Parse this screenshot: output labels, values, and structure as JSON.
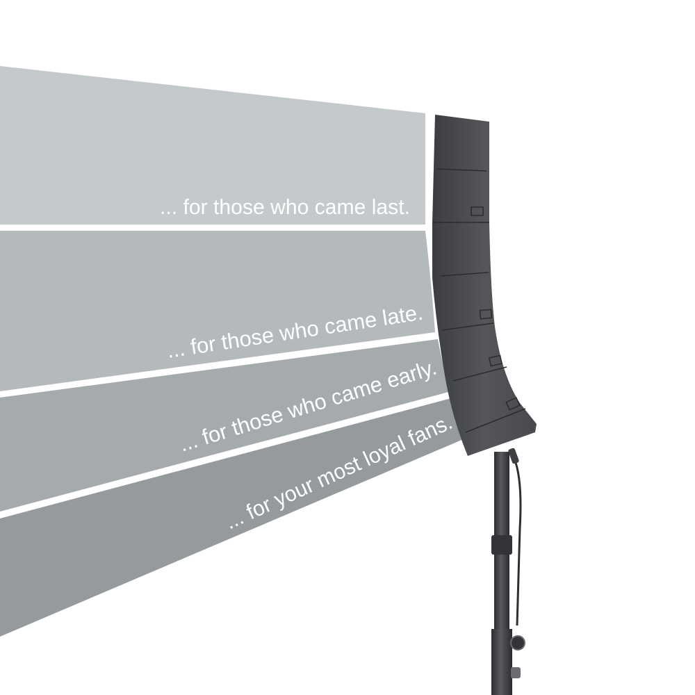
{
  "bands": [
    {
      "label": "... for those who came last.",
      "color": "#c4c9cb"
    },
    {
      "label": "... for those who came late.",
      "color": "#b4b9bc"
    },
    {
      "label": "... for those who came early.",
      "color": "#a5aaad"
    },
    {
      "label": "... for your most loyal fans.",
      "color": "#959a9d"
    }
  ],
  "speaker": {
    "cabinet_color": "#4a4b4f",
    "stand_color": "#3a3b3e",
    "cabinet_count": 6
  }
}
